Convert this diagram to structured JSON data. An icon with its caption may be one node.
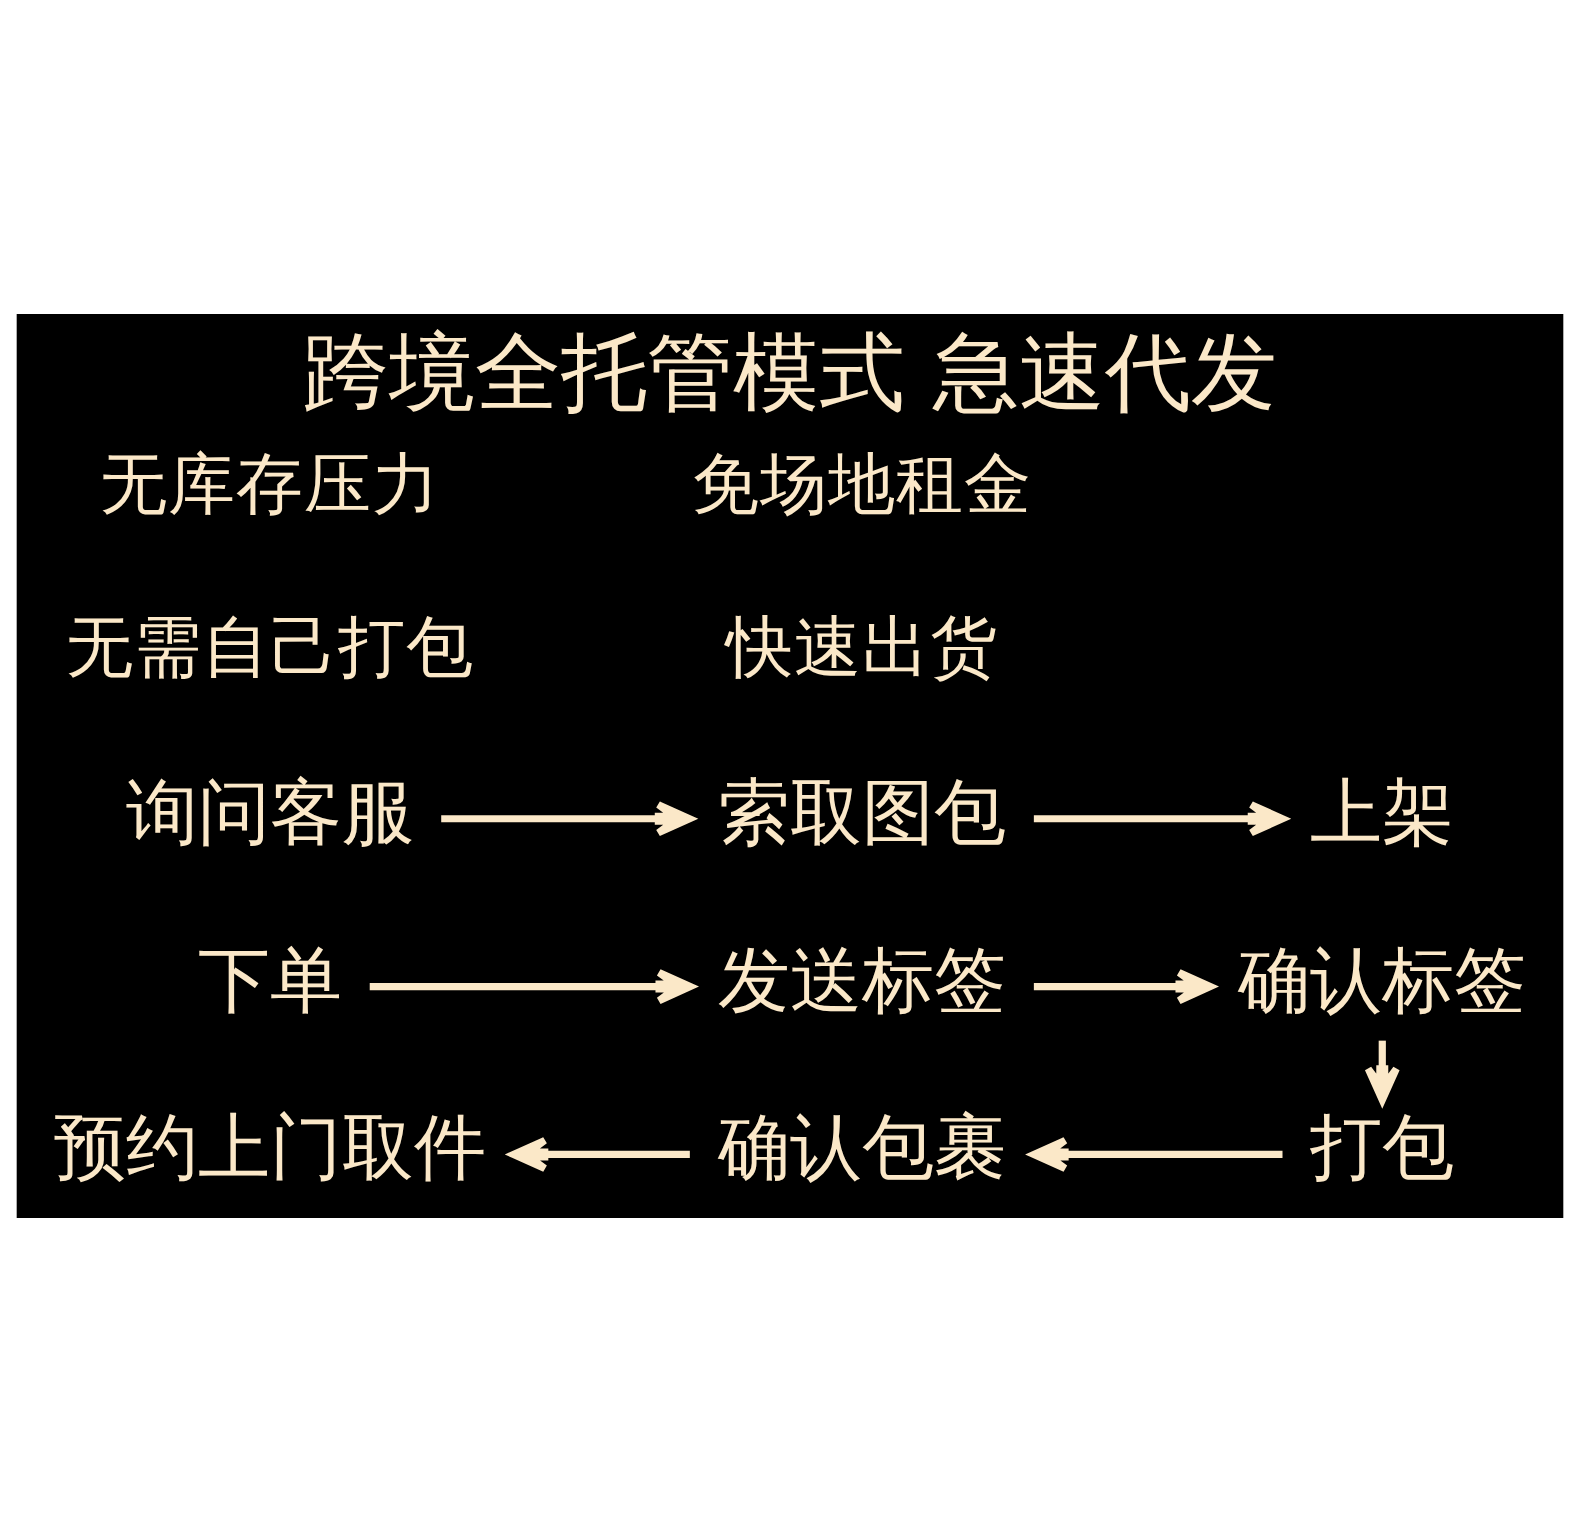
{
  "diagram": {
    "title": "跨境全托管模式 急速代发",
    "nodes": [
      {
        "text": [
          "询问客服"
        ]
      },
      {
        "text": [
          "索取图包"
        ]
      },
      {
        "text": [
          "上架"
        ]
      },
      {
        "text": [
          "下单"
        ]
      },
      {
        "text": [
          "发送标签"
        ]
      },
      {
        "text": [
          "确认标签"
        ]
      },
      {
        "text": [
          "打包"
        ]
      },
      {
        "text": [
          "确认包裹"
        ]
      },
      {
        "text": [
          "预约上门取件"
        ]
      }
    ],
    "edges": [
      {
        "from": 0,
        "to": 1,
        "arrow": "to"
      },
      {
        "from": 1,
        "to": 2,
        "arrow": "to"
      },
      {
        "from": 3,
        "to": 4,
        "arrow": "to"
      },
      {
        "from": 4,
        "to": 5,
        "arrow": "to"
      },
      {
        "from": 5,
        "to": 6,
        "arrow": "to"
      },
      {
        "from": 6,
        "to": 7,
        "arrow": "to"
      },
      {
        "from": 7,
        "to": 8,
        "arrow": "to"
      }
    ],
    "labels": [
      "无库存压力",
      "免场地租金",
      "无需自己打包",
      "快速出货"
    ]
  }
}
